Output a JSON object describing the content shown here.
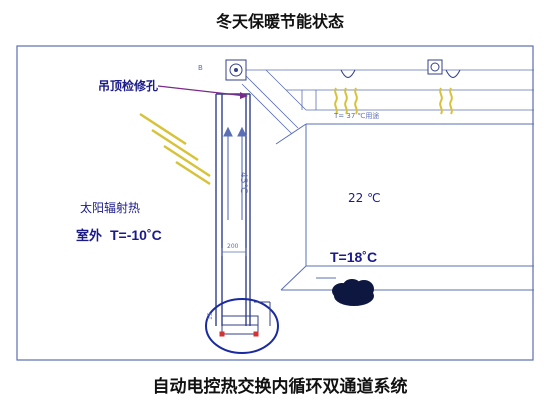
{
  "titles": {
    "top": "冬天保暖节能状态",
    "bottom": "自动电控热交换内循环双通道系统"
  },
  "labels": {
    "ceiling_access": "吊顶检修孔",
    "solar_radiation": "太阳辐射热",
    "outdoor_prefix": "室外",
    "outdoor_temp": "T=-10˚C",
    "indoor_temp": "22 ℃",
    "cavity_temp": "T=18˚C",
    "cavity_air": "45℃",
    "vent_note": "T= 37 ℃用途",
    "gap_dim": "200",
    "corner_b": "B",
    "bottom_dim": "15"
  },
  "colors": {
    "line": "#5b6fb5",
    "frame": "#34408a",
    "label_text": "#1a1a8a",
    "leader": "#7a2a8a",
    "heat_arrow": "#d7c33a",
    "circle": "#1a2aa0"
  }
}
